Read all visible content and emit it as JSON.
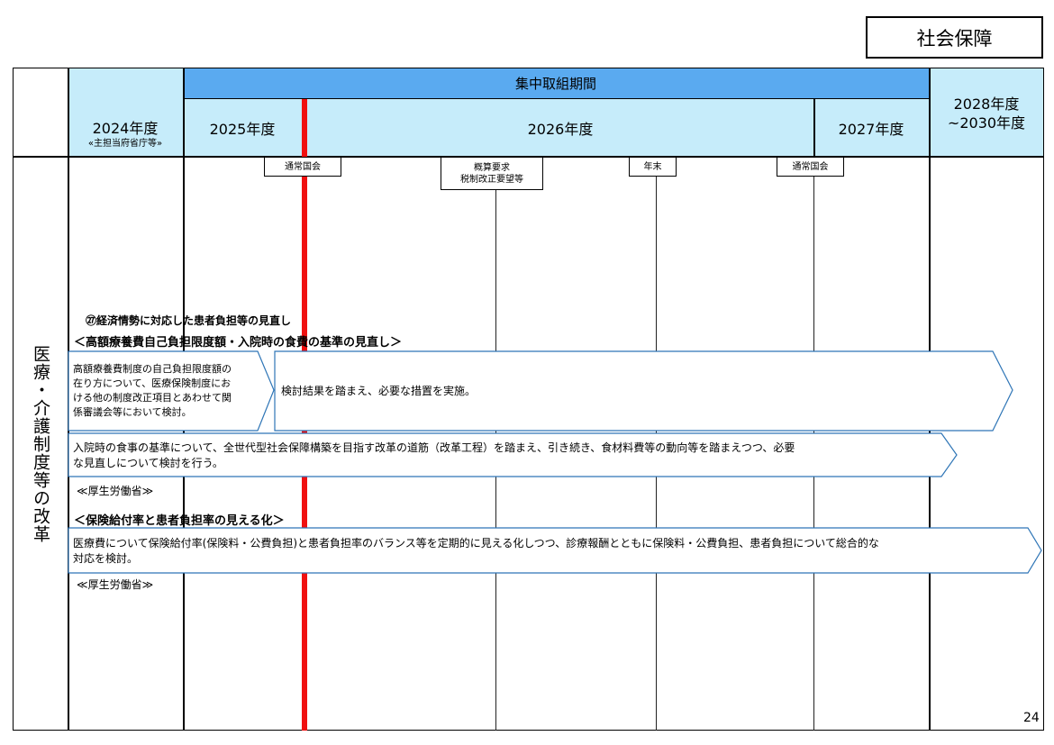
{
  "category": "社会保障",
  "header": {
    "focus_period": "集中取組期間",
    "fy2024": "2024年度",
    "fy2024_sub": "«主担当府省庁等»",
    "fy2025": "2025年度",
    "fy2026": "2026年度",
    "fy2027": "2027年度",
    "fy2028_line1": "2028年度",
    "fy2028_line2": "~2030年度"
  },
  "milestones": {
    "diet1": "通常国会",
    "budget_line1": "概算要求",
    "budget_line2": "税制改正要望等",
    "year_end": "年末",
    "diet2": "通常国会"
  },
  "row_title": "医療・介護制度等の改革",
  "item": {
    "number_title": "㉗経済情勢に対応した患者負担等の見直し",
    "section1_title": "＜高額療養費自己負担限度額・入院時の食費の基準の見直し＞",
    "box1_line1": "高額療養費制度の自己負担限度額の",
    "box1_line2": "在り方について、医療保険制度にお",
    "box1_line3": "ける他の制度改正項目とあわせて関",
    "box1_line4": "係審議会等において検討。",
    "box2": "検討結果を踏まえ、必要な措置を実施。",
    "box3_line1": "入院時の食事の基準について、全世代型社会保障構築を目指す改革の道筋（改革工程）を踏まえ、引き続き、食材料費等の動向等を踏まえつつ、必要",
    "box3_line2": "な見直しについて検討を行う。",
    "ministry1": "≪厚生労働省≫",
    "section2_title": "＜保険給付率と患者負担率の見える化＞",
    "box4_line1": "医療費について保険給付率(保険料・公費負担)と患者負担率のバランス等を定期的に見える化しつつ、診療報酬とともに保険料・公費負担、患者負担について総合的な",
    "box4_line2": "対応を検討。",
    "ministry2": "≪厚生労働省≫"
  },
  "page_number": "24",
  "colors": {
    "header_blue": "#5aaaf0",
    "header_light": "#c6ecfa",
    "current_line": "#f01010",
    "arrow_border": "#2e75b6"
  }
}
